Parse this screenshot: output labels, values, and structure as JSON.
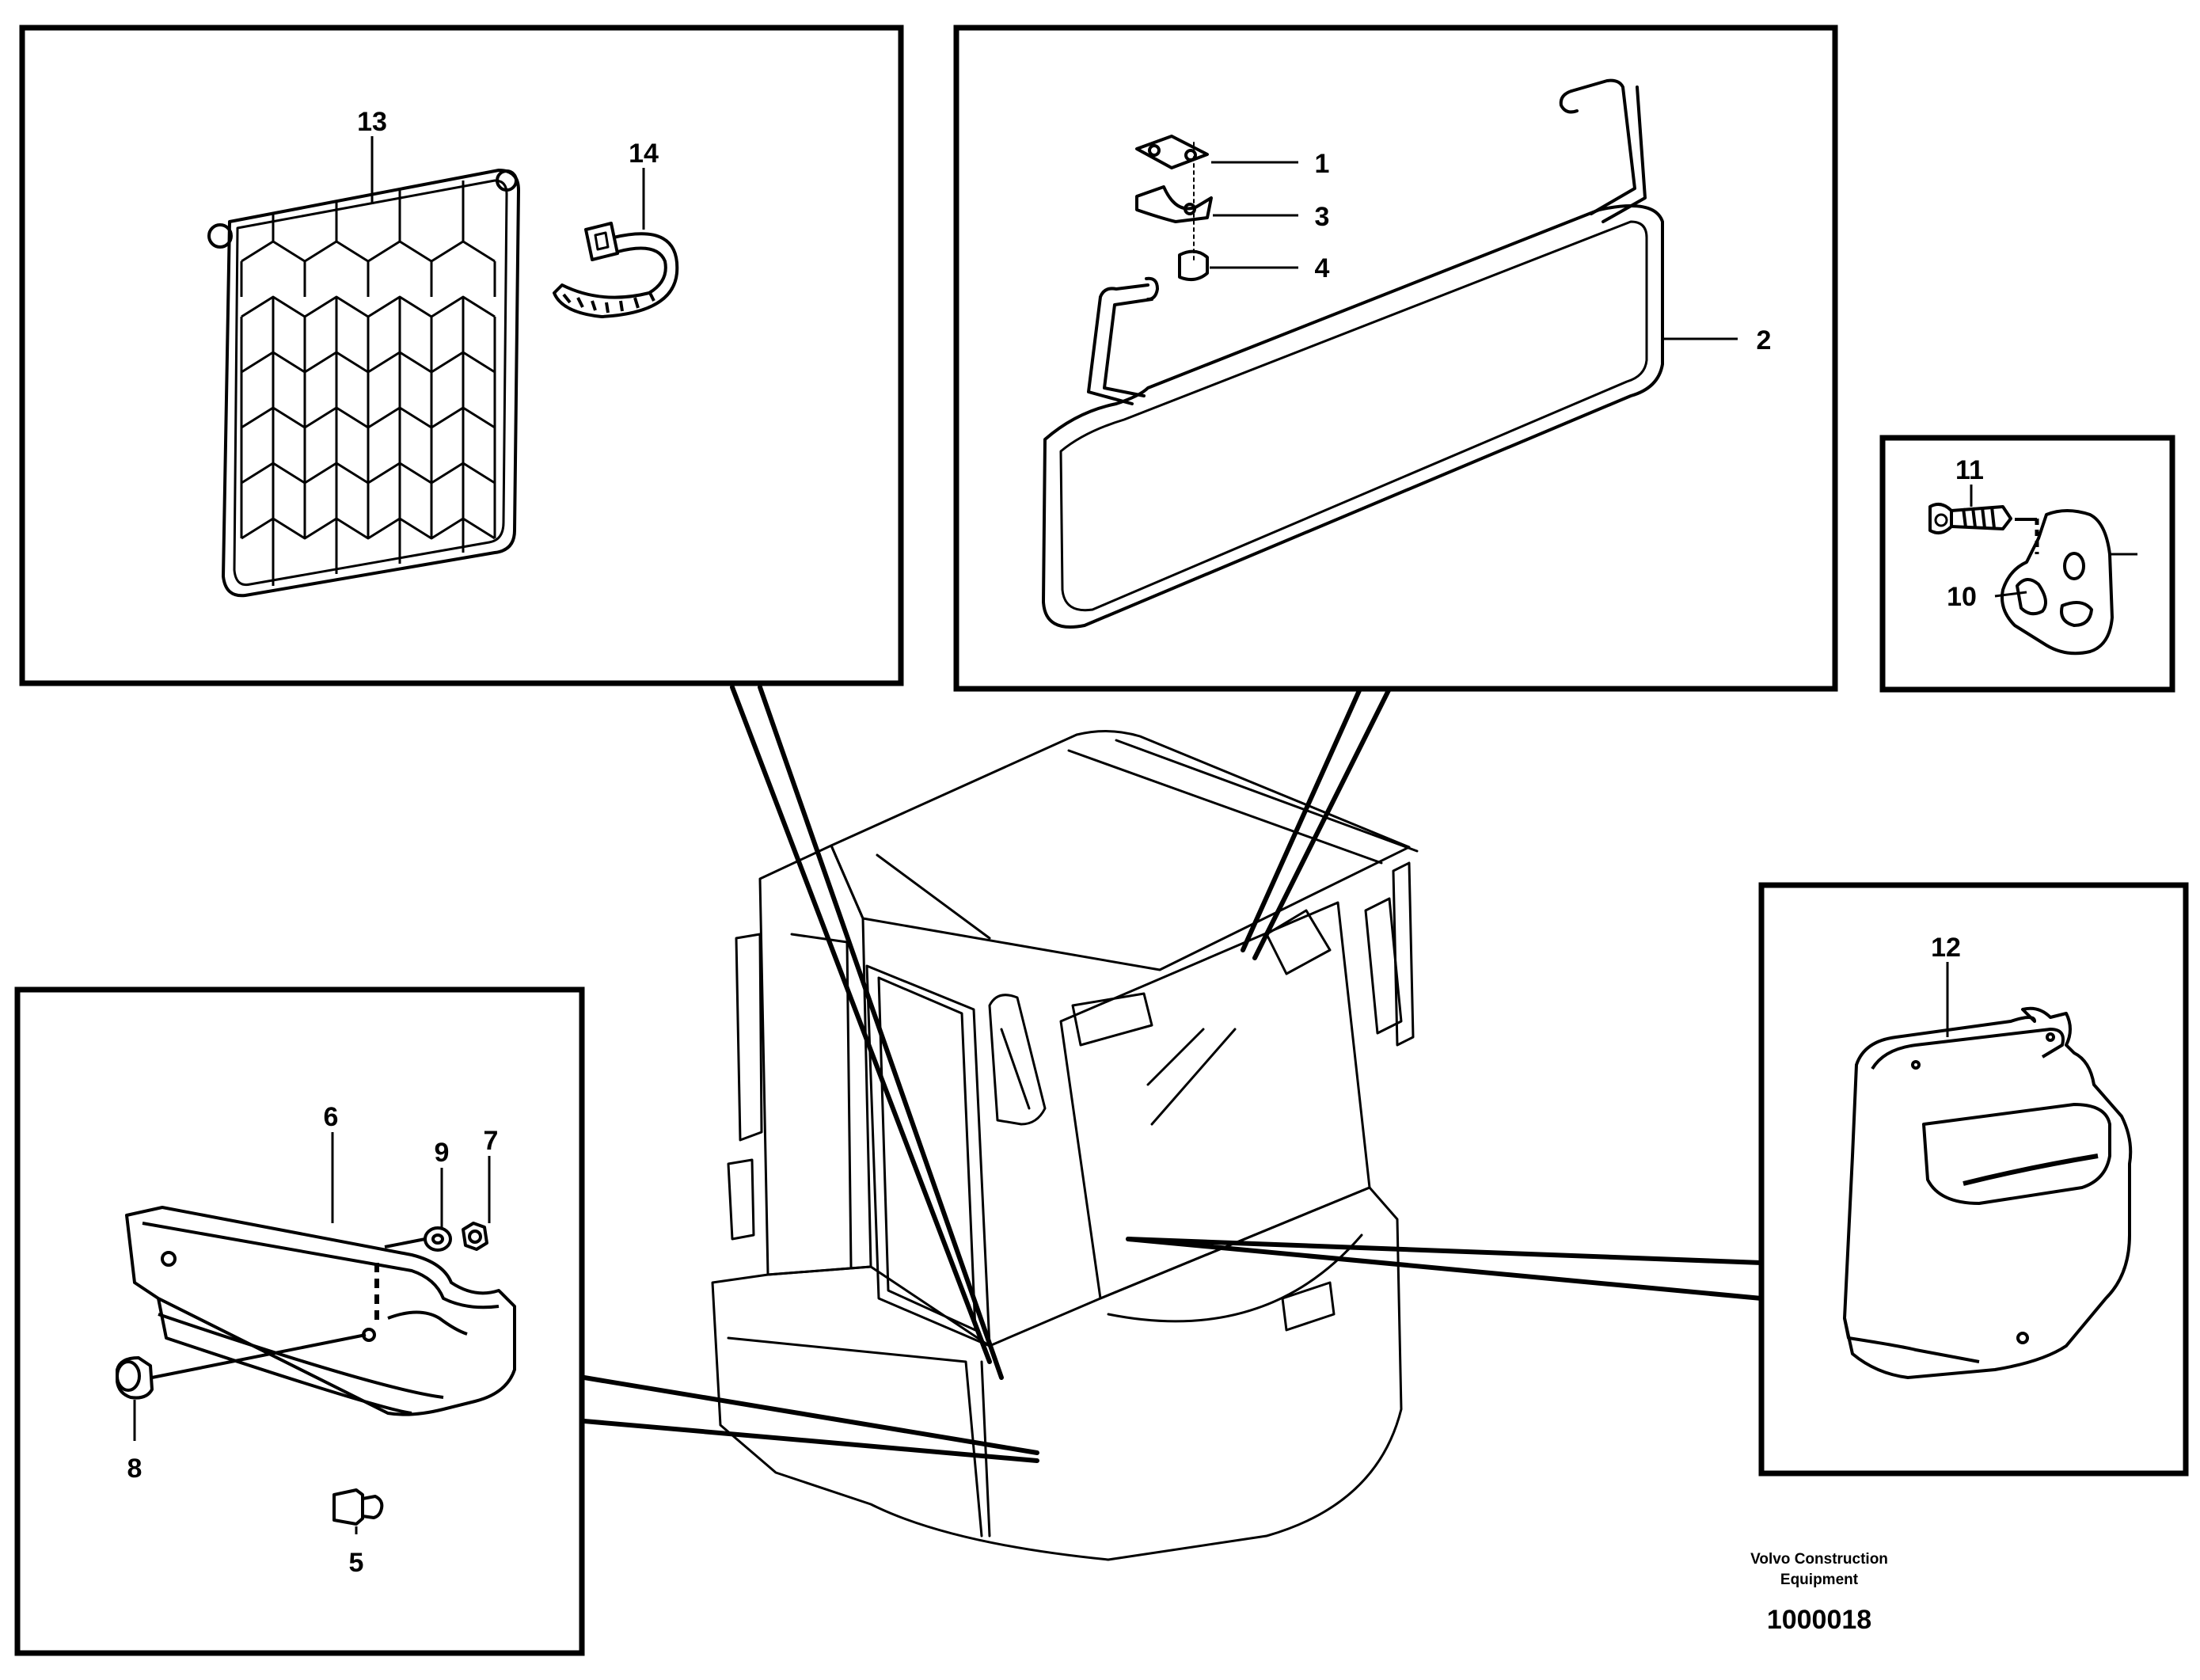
{
  "callouts": {
    "c1": "1",
    "c2": "2",
    "c3": "3",
    "c4": "4",
    "c5": "5",
    "c6": "6",
    "c7": "7",
    "c8": "8",
    "c9": "9",
    "c10": "10",
    "c11": "11",
    "c12": "12",
    "c13": "13",
    "c14": "14"
  },
  "footer": {
    "company_line1": "Volvo Construction",
    "company_line2": "Equipment",
    "drawing_number": "1000018"
  }
}
